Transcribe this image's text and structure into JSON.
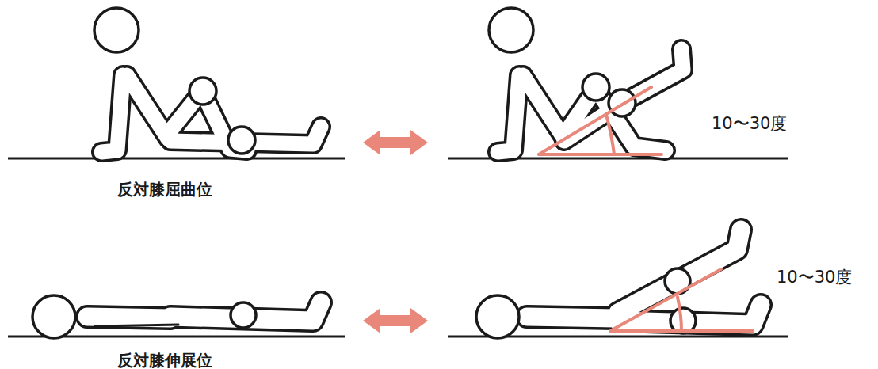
{
  "diagram": {
    "labels": [
      "反対膝屈曲位",
      "10〜30度",
      "反対膝伸展位",
      "10〜30度"
    ]
  }
}
